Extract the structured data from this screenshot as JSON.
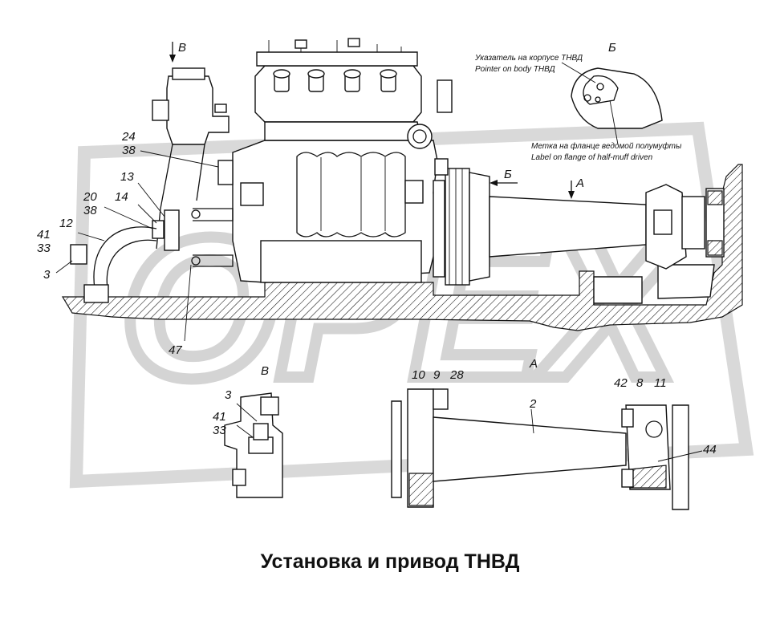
{
  "title": "Установка и привод ТНВД",
  "watermark": "ОРЕХ",
  "views": {
    "b": "Б",
    "v": "В",
    "a": "А"
  },
  "notes": {
    "pointer_ru": "Указатель на корпусе ТНВД",
    "pointer_en": "Pointer on body ТНВД",
    "label_ru": "Метка на фланце ведомой полумуфты",
    "label_en": "Label on flange of half-muff driven"
  },
  "callouts": {
    "c24": "24",
    "c38a": "38",
    "c13": "13",
    "c20": "20",
    "c38b": "38",
    "c14": "14",
    "c12": "12",
    "c41a": "41",
    "c33a": "33",
    "c3a": "3",
    "c47": "47",
    "c3b": "3",
    "c41b": "41",
    "c33b": "33",
    "c10": "10",
    "c9": "9",
    "c28": "28",
    "c2": "2",
    "c42": "42",
    "c8": "8",
    "c11": "11",
    "c44": "44"
  },
  "colors": {
    "ink": "#111111",
    "watermark": "#d9d9d9",
    "background": "#ffffff"
  }
}
